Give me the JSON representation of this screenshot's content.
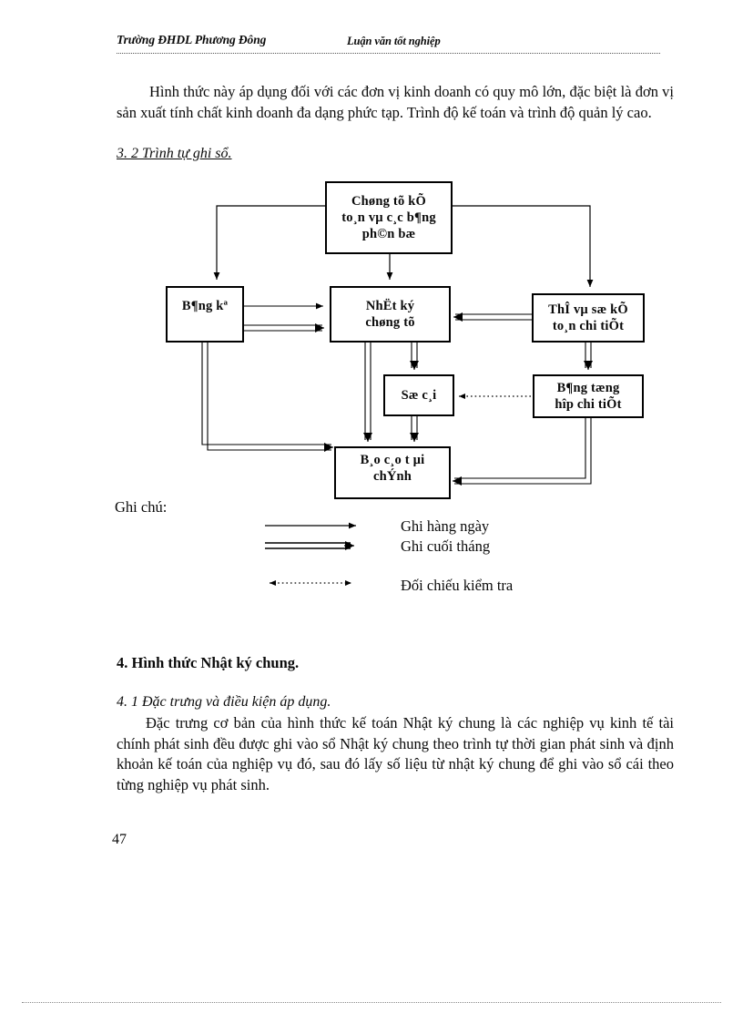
{
  "document": {
    "header": {
      "left": "Trường ĐHDL Phương Đông",
      "right": "Luận văn tốt nghiệp"
    },
    "page_number": "47",
    "paragraphs": {
      "intro": "Hình thức này áp dụng đối với các đơn vị kinh doanh có quy mô lớn, đặc biệt là đơn vị sản xuất tính chất kinh doanh đa dạng phức tạp. Trình độ kế toán và trình độ quản lý cao.",
      "sub_heading_3_2": "3. 2 Trình tự ghi sổ.",
      "section_4": "4. Hình thức Nhật ký chung.",
      "sub_heading_4_1": "4. 1 Đặc trưng và điều kiện áp dụng.",
      "body_4_1": "Đặc trưng cơ bản của hình thức kế toán Nhật ký chung là các nghiệp vụ kinh tế tài chính phát sinh đều được ghi vào sổ Nhật ký chung theo trình tự thời gian phát sinh và định khoản kế toán của nghiệp vụ đó, sau đó lấy số liệu từ nhật ký chung để ghi vào sổ cái theo từng nghiệp vụ phát sinh."
    }
  },
  "diagram": {
    "boxes": {
      "chung_tu": {
        "line1": "Chøng tõ kÕ",
        "line2": "to¸n vµ c¸c b¶ng",
        "line3": "ph©n bæ"
      },
      "bang_ke": {
        "line1": "B¶ng kª"
      },
      "nhat_ky": {
        "line1": "NhËt ký",
        "line2": "chøng tõ"
      },
      "the_vu": {
        "line1": "ThÎ vµ sæ kÕ",
        "line2": "to¸n chi tiÕt"
      },
      "so_cai": {
        "line1": "Sæ c¸i"
      },
      "bang_tong_hop": {
        "line1": "B¶ng tæng",
        "line2": "hîp chi tiÕt"
      },
      "bao_cao": {
        "line1": "B¸o c¸o t µi",
        "line2": "chÝnh"
      }
    },
    "legend": {
      "title": "Ghi chú:",
      "items": [
        {
          "label": "Ghi hàng ngày",
          "style": "single-arrow"
        },
        {
          "label": "Ghi cuối tháng",
          "style": "double-arrow"
        },
        {
          "label": "Đối chiếu kiểm tra",
          "style": "dotted-double-headed-arrow"
        }
      ]
    },
    "colors": {
      "line": "#000000",
      "box_border": "#000000",
      "box_fill": "#ffffff"
    }
  }
}
